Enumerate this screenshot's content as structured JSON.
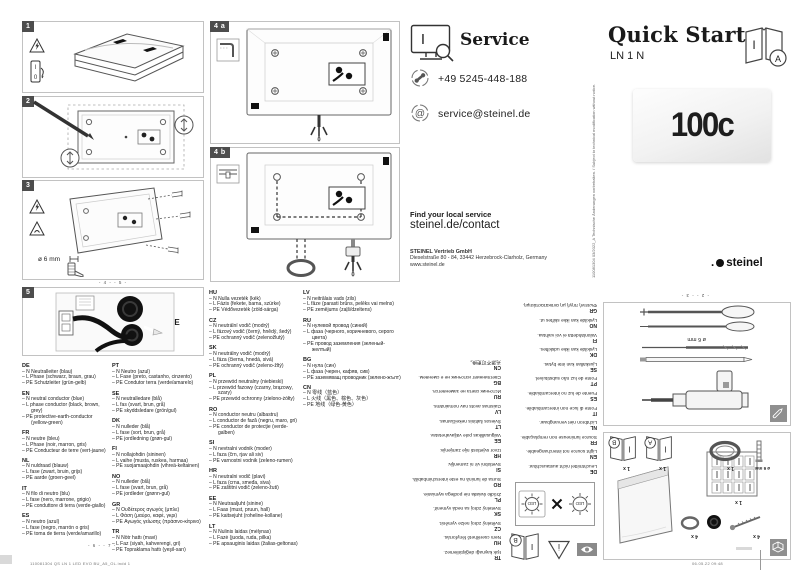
{
  "page": {
    "title": "Quick Start",
    "model": "LN 1 N",
    "product_label": "100c",
    "brand": "steinel",
    "booklet_a": "A",
    "booklet_b": "B",
    "info_symbol": "I",
    "switch_on": "I",
    "switch_off": "0"
  },
  "service": {
    "title": "Service",
    "phone": "+49 5245-448-188",
    "email": "service@steinel.de",
    "find_local": "Find your local service",
    "contact_url": "steinel.de/contact",
    "company": "STEINEL Vertrieb GmbH",
    "address": "Dieselstraße 80 - 84, 33442 Herzebrock-Clarholz, Germany",
    "website": "www.steinel.de",
    "imprint": "110081304  03/2022_A  Technische Änderungen vorbehalten. / Subject to technical modification without notice."
  },
  "steps": {
    "s1": "1",
    "s2": "2",
    "s3": "3",
    "s4a": "4 a",
    "s4b": "4 b",
    "s5": "5",
    "drill_diameter": "ø 6 mm",
    "terminals": {
      "n": "N",
      "l": "L",
      "pe": "PE"
    }
  },
  "footers": {
    "pages_45": "- 4 -  - 5 -",
    "pages_67": "- 6 -  - 7 -",
    "pages_23": "- 2 -  - 3 -",
    "print_file": "110081304 QS LN 1 LED EVO BU_A5_OL.indd   1",
    "print_time": "06.05.22   09:48"
  },
  "kit": {
    "drill_bit_size": "ø 6 mm",
    "led_label": "LED",
    "sheet_qty": "1 x",
    "grommet_qty": "4 x",
    "screw_qty": "4 x",
    "dowel_size": "ø 6 mm",
    "ring_qty": "1 x",
    "booklet_a_qty": "1 x",
    "booklet_b_qty": "1 x"
  },
  "wiring": {
    "columns": [
      [
        {
          "code": "DE",
          "lines": [
            "– N  Neutralleiter (blau)",
            "– L  Phase (schwarz, braun, grau)",
            "– PE  Schutzleiter (grün-gelb)"
          ]
        },
        {
          "code": "EN",
          "lines": [
            "– N  neutral conductor (blue)",
            "– L  phase conductor (black, brown, grey)",
            "– PE  protective-earth-conductor (yellow-green)"
          ]
        },
        {
          "code": "FR",
          "lines": [
            "– N  neutre (bleu)",
            "– L  Phase (noir, marron, gris)",
            "– PE  Conducteur de terre (vert-jaune)"
          ]
        },
        {
          "code": "NL",
          "lines": [
            "– N  nuldraad (blauw)",
            "– L  fase (zwart, bruin, grijs)",
            "– PE  aarde (groen-geel)"
          ]
        },
        {
          "code": "IT",
          "lines": [
            "– N  filo di neutro (blu)",
            "– L  fase (nero, marrone, grigio)",
            "– PE  conduttore di terra (verde-giallo)"
          ]
        },
        {
          "code": "ES",
          "lines": [
            "– N  neutro (azul)",
            "– L  fase (negro, marrón o gris)",
            "– PE  toma de tierra (verde/amarillo)"
          ]
        }
      ],
      [
        {
          "code": "PT",
          "lines": [
            "– N  Neutro (azul)",
            "– L  Fase (preto, castanho, cinzento)",
            "– PE  Condutor terra (verde/amarelo)"
          ]
        },
        {
          "code": "SE",
          "lines": [
            "– N  neutralledare (blå)",
            "– L  fas (svart, brun, grå)",
            "– PE  skyddsledare (grön/gul)"
          ]
        },
        {
          "code": "DK",
          "lines": [
            "– N  nulleder (blå)",
            "– L  fase (sort, brun, grå)",
            "– PE  jordledning (grøn-gul)"
          ]
        },
        {
          "code": "FI",
          "lines": [
            "– N  nollajohdin (sininen)",
            "– L  vaihe (musta, ruskea, harmaa)",
            "– PE  suojamaajohdin (vihreä-keltainen)"
          ]
        },
        {
          "code": "NO",
          "lines": [
            "– N  nulleder (blå)",
            "– L  fase (svart, brun, grå)",
            "– PE  jordleder (grønn-gul)"
          ]
        },
        {
          "code": "GR",
          "lines": [
            "– N  Ουδέτερος αγωγός (μπλε)",
            "– L  Φάση (μαύρο, καφέ, γκρι)",
            "– PE  Αγωγός γείωσης (πράσινο-κίτρινο)"
          ]
        },
        {
          "code": "TR",
          "lines": [
            "– N  Nötr hattı (mavi)",
            "– L  Faz (siyah, kahverengi, gri)",
            "– PE  Topraklama hattı (yeşil-sarı)"
          ]
        }
      ],
      [
        {
          "code": "HU",
          "lines": [
            "– N  Nulla vezeték (kék)",
            "– L  Fázis (fekete, barna, szürke)",
            "– PE  Védővezeték (zöld-sárga)"
          ]
        },
        {
          "code": "CZ",
          "lines": [
            "– N  neutrální vodič (modrý)",
            "– L  fázový vodič (černý, hnědý, šedý)",
            "– PE  ochranný vodič (zelenožlutý)"
          ]
        },
        {
          "code": "SK",
          "lines": [
            "– N  neutrálny vodič (modrý)",
            "– L  fáza (čierna, hnedá, sivá)",
            "– PE  ochranný vodič (zeleno-žltý)"
          ]
        },
        {
          "code": "PL",
          "lines": [
            "– N  przewód neutralny (niebieski)",
            "– L  przewód fazowy (czarny, brązowy, szary)",
            "– PE  przewód ochronny (zielono-żółty)"
          ]
        },
        {
          "code": "RO",
          "lines": [
            "– N  conductor neutru (albastru)",
            "– L  conductor de fază (negru, maro, gri)",
            "– PE  conductor de protecţie (verde-galben)"
          ]
        },
        {
          "code": "SI",
          "lines": [
            "– N  nevtralni vodnik (moder)",
            "– L  faza (črn, rjav ali siv)",
            "– PE  varnostni vodnik (zeleno-rumen)"
          ]
        },
        {
          "code": "HR",
          "lines": [
            "– N  neutralni vodič (plavi)",
            "– L  faza (crna, smeđa, siva)",
            "– PE  zaštitni vodič (zeleno-žuti)"
          ]
        },
        {
          "code": "EE",
          "lines": [
            "– N  Neutraaljuht (sinine)",
            "– L  Faas (must, pruun, hall)",
            "– PE  kaitsejuht (roheline-kollane)"
          ]
        },
        {
          "code": "LT",
          "lines": [
            "– N  Nulinis laidas (mėlynas)",
            "– L  Fazė (juoda, ruda, pilka)",
            "– PE  apsauginis laidas (žalias-geltonas)"
          ]
        }
      ],
      [
        {
          "code": "LV",
          "lines": [
            "– N  neitrālais vads (zils)",
            "– L  fāze (parasti brūns, pelēks vai melns)",
            "– PE  zemējums (zaļš/dzeltens)"
          ]
        },
        {
          "code": "RU",
          "lines": [
            "– N  нулевой провод (синий)",
            "– L  фаза (черного, коричневого, серого цвета)",
            "– PE  провод заземления (зеленый-желтый)"
          ]
        },
        {
          "code": "BG",
          "lines": [
            "– N  нула (син)",
            "– L  фаза (черен, кафяв, сив)",
            "– PE  заземяващ проводник (зелено-жълт)"
          ]
        },
        {
          "code": "CN",
          "lines": [
            "– N  零线（蓝色）",
            "– L  火线（黑色、棕色、灰色）",
            "– PE  地线（绿色-黄色）"
          ]
        }
      ]
    ]
  },
  "non_replaceable": {
    "inner": [
      {
        "code": "DE",
        "text": "Leuchtmittel nicht austauschbar."
      },
      {
        "code": "EN",
        "text": "Light source not interchangeable."
      },
      {
        "code": "FR",
        "text": "Source lumineuse non remplaçable."
      },
      {
        "code": "NL",
        "text": "Lichtbron niet vervangbaar."
      },
      {
        "code": "IT",
        "text": "Fonte di luce non intercambiabile."
      },
      {
        "code": "ES",
        "text": "Fuente de luz no intercambiable."
      },
      {
        "code": "PT",
        "text": "Fonte de luz não substituível."
      },
      {
        "code": "SE",
        "text": "Ljuskällan kan inte bytas."
      },
      {
        "code": "DK",
        "text": "Lyskilde kan ikke udskiftes."
      },
      {
        "code": "FI",
        "text": "Valonlähdettä ei voi vaihtaa."
      },
      {
        "code": "NO",
        "text": "Lyskilde kan ikke skiftes ut."
      },
      {
        "code": "GR",
        "text": "Φωτεινή πηγή μη αντικαταστάσιμη."
      }
    ],
    "outer": [
      {
        "code": "TR",
        "text": "Işık kaynağı değiştirilemez."
      },
      {
        "code": "HU",
        "text": "Nem cserélhető fényforrás."
      },
      {
        "code": "CZ",
        "text": "Světelný zdroj nelze vyměnit."
      },
      {
        "code": "SK",
        "text": "Svetelný zdroj sa nedá vymeniť."
      },
      {
        "code": "PL",
        "text": "Źródło światła nie podlega wymianie."
      },
      {
        "code": "RO",
        "text": "Sursa de lumină nu este interschimbabilă."
      },
      {
        "code": "SI",
        "text": "Svetlobni vir ni zamenljiv."
      },
      {
        "code": "HR",
        "text": "Izvor svjetlosti nije zamjenjiv."
      },
      {
        "code": "EE",
        "text": "Valgusallikas pole väljavahetatav."
      },
      {
        "code": "LT",
        "text": "Šviesos šaltinis nekeičiamas."
      },
      {
        "code": "LV",
        "text": "Gaismas avots nav nomaināms."
      },
      {
        "code": "RU",
        "text": "Источник света не заменяется."
      },
      {
        "code": "BG",
        "text": "Светлинният източник не е сменяем."
      },
      {
        "code": "CN",
        "text": "光源不可更换。"
      }
    ]
  }
}
